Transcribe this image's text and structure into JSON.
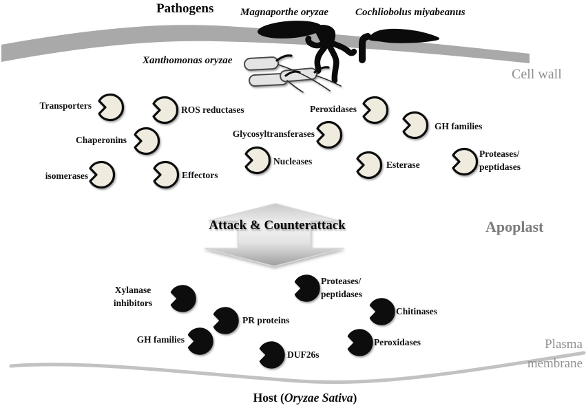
{
  "figure_title": "Pathogens",
  "pathogens": {
    "fungus_1": "Magnaporthe oryzae",
    "fungus_2": "Cochliobolus miyabeanus",
    "bacterium": "Xanthomonas oryzae"
  },
  "regions": {
    "cell_wall": "Cell wall",
    "apoplast": "Apoplast",
    "plasma_membrane": "Plasma membrane"
  },
  "arrow": {
    "line1": "Attack &",
    "line2": "Counterattack"
  },
  "pathogen_secretome": [
    {
      "label": "Transporters"
    },
    {
      "label": "ROS reductases"
    },
    {
      "label": "Chaperonins"
    },
    {
      "label": "isomerases"
    },
    {
      "label": "Effectors"
    },
    {
      "label": "Glycosyltransferases"
    },
    {
      "label": "Nucleases"
    },
    {
      "label": "Peroxidases"
    },
    {
      "label": "GH families"
    },
    {
      "label": "Esterase"
    },
    {
      "line1": "Proteases/",
      "line2": "peptidases"
    }
  ],
  "host_secretome": [
    {
      "line1": "Xylanase",
      "line2": "inhibitors"
    },
    {
      "label": "PR proteins"
    },
    {
      "label": "GH families"
    },
    {
      "label": "DUF26s"
    },
    {
      "line1": "Proteases/",
      "line2": "peptidases"
    },
    {
      "label": "Chitinases"
    },
    {
      "label": "Peroxidases"
    }
  ],
  "host": {
    "prefix": "Host (",
    "species": "Oryzae Sativa",
    "suffix": ")"
  },
  "colors": {
    "pathogen_protein_fill": "#efecdf",
    "host_protein_fill": "#0b0b0b",
    "cell_wall_gray": "#a9a9a9",
    "plasma_membrane_gray": "#c2c2c2",
    "region_label_gray": "#8f8f8f",
    "bacterium_fill": "#e4e4e4"
  }
}
